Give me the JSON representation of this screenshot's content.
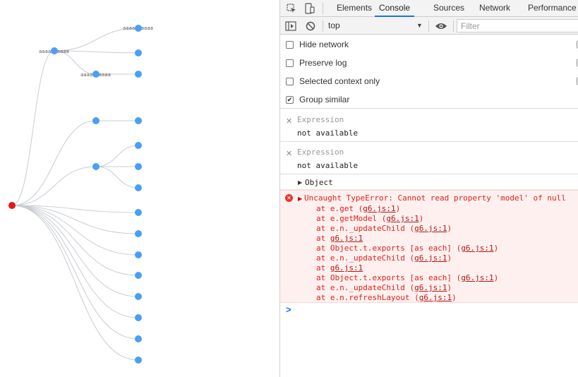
{
  "canvas": {
    "node_label": "aaaaaaaaaa",
    "colors": {
      "root": "#e8161d",
      "node": "#4a9ff5",
      "edge": "#c8ccd2",
      "label": "#555555"
    }
  },
  "devtools": {
    "tabs": [
      "Elements",
      "Console",
      "Sources",
      "Network",
      "Performance"
    ],
    "active_tab": "Console",
    "toolbar_icons": [
      "inspect-icon",
      "device-toggle-icon"
    ],
    "console_toolbar": {
      "context": "top",
      "filter_placeholder": "Filter"
    },
    "settings": [
      {
        "label": "Hide network",
        "checked": false
      },
      {
        "label": "Preserve log",
        "checked": false
      },
      {
        "label": "Selected context only",
        "checked": false
      },
      {
        "label": "Group similar",
        "checked": true
      }
    ],
    "expressions": [
      {
        "title": "Expression",
        "value": "not available"
      },
      {
        "title": "Expression",
        "value": "not available"
      }
    ],
    "log_object": "Object",
    "error": {
      "message": "Uncaught TypeError: Cannot read property 'model' of null",
      "stack": [
        {
          "prefix": "at e.get (",
          "link": "g6.js:1",
          "suffix": ")"
        },
        {
          "prefix": "at e.getModel (",
          "link": "g6.js:1",
          "suffix": ")"
        },
        {
          "prefix": "at e.n._updateChild (",
          "link": "g6.js:1",
          "suffix": ")"
        },
        {
          "prefix": "at ",
          "link": "g6.js:1",
          "suffix": ""
        },
        {
          "prefix": "at Object.t.exports [as each] (",
          "link": "g6.js:1",
          "suffix": ")"
        },
        {
          "prefix": "at e.n._updateChild (",
          "link": "g6.js:1",
          "suffix": ")"
        },
        {
          "prefix": "at ",
          "link": "g6.js:1",
          "suffix": ""
        },
        {
          "prefix": "at Object.t.exports [as each] (",
          "link": "g6.js:1",
          "suffix": ")"
        },
        {
          "prefix": "at e.n._updateChild (",
          "link": "g6.js:1",
          "suffix": ")"
        },
        {
          "prefix": "at e.n.refreshLayout (",
          "link": "g6.js:1",
          "suffix": ")"
        }
      ]
    },
    "prompt_symbol": ">"
  }
}
